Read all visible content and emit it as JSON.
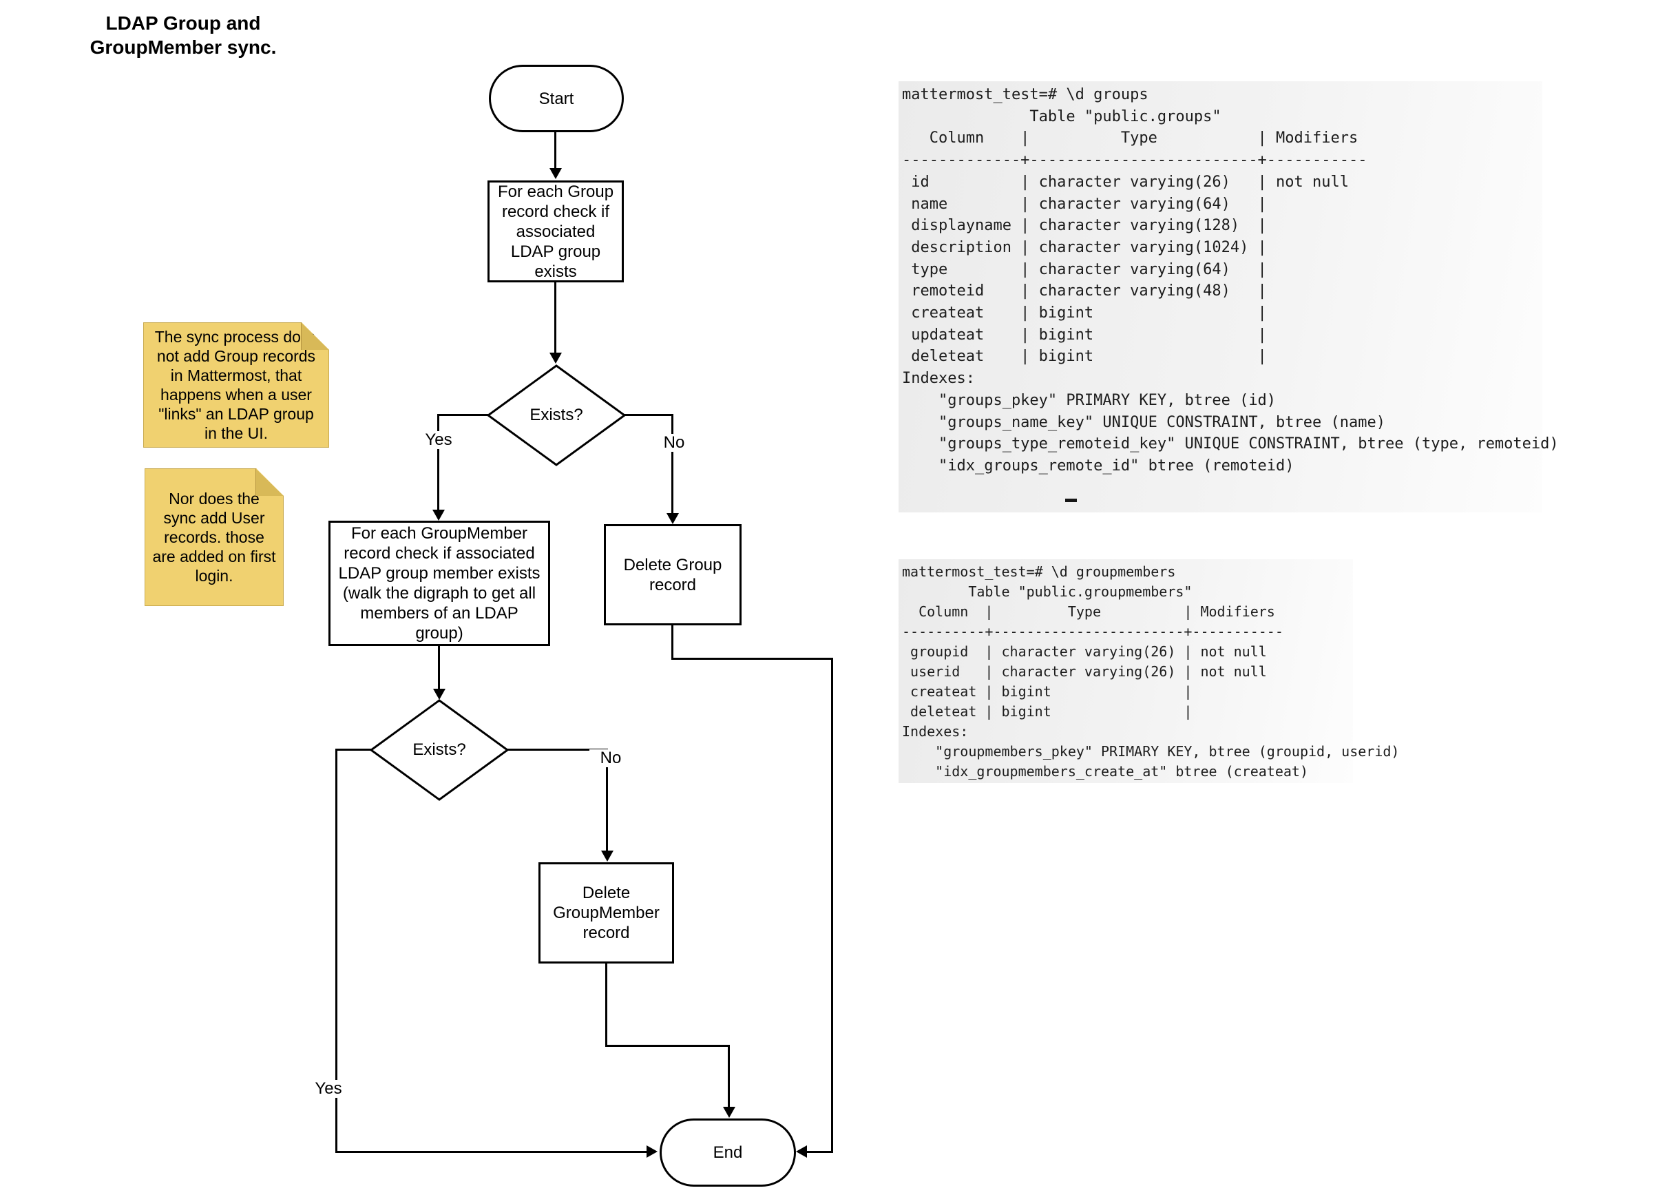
{
  "title": "LDAP Group and\nGroupMember sync.",
  "flowchart": {
    "start_label": "Start",
    "check_group_label": "For each Group record check if associated LDAP group exists",
    "decision1_label": "Exists?",
    "decision1_yes": "Yes",
    "decision1_no": "No",
    "check_groupmember_label": "For each GroupMember record check if associated LDAP group member exists (walk the digraph to get all members of an LDAP group)",
    "delete_group_label": "Delete Group record",
    "decision2_label": "Exists?",
    "decision2_yes": "Yes",
    "decision2_no": "No",
    "delete_groupmember_label": "Delete GroupMember record",
    "end_label": "End"
  },
  "notes": {
    "note1": "The sync process does not add Group records in Mattermost, that happens when a user \"links\" an LDAP group in the UI.",
    "note2": "Nor does the sync add User records. those are added on first login."
  },
  "terminal_groups": {
    "lines": [
      "mattermost_test=# \\d groups",
      "              Table \"public.groups\"",
      "   Column    |          Type           | Modifiers",
      "-------------+-------------------------+-----------",
      " id          | character varying(26)   | not null",
      " name        | character varying(64)   |",
      " displayname | character varying(128)  |",
      " description | character varying(1024) |",
      " type        | character varying(64)   |",
      " remoteid    | character varying(48)   |",
      " createat    | bigint                  |",
      " updateat    | bigint                  |",
      " deleteat    | bigint                  |",
      "Indexes:",
      "    \"groups_pkey\" PRIMARY KEY, btree (id)",
      "    \"groups_name_key\" UNIQUE CONSTRAINT, btree (name)",
      "    \"groups_type_remoteid_key\" UNIQUE CONSTRAINT, btree (type, remoteid)",
      "    \"idx_groups_remote_id\" btree (remoteid)"
    ]
  },
  "terminal_groupmembers": {
    "lines": [
      "mattermost_test=# \\d groupmembers",
      "        Table \"public.groupmembers\"",
      "  Column  |         Type          | Modifiers",
      "----------+-----------------------+-----------",
      " groupid  | character varying(26) | not null",
      " userid   | character varying(26) | not null",
      " createat | bigint                |",
      " deleteat | bigint                |",
      "Indexes:",
      "    \"groupmembers_pkey\" PRIMARY KEY, btree (groupid, userid)",
      "    \"idx_groupmembers_create_at\" btree (createat)"
    ]
  },
  "colors": {
    "note_fill": "#f0d170",
    "note_fold": "#d8b958",
    "terminal_bg": "#ededed",
    "line": "#000000"
  }
}
